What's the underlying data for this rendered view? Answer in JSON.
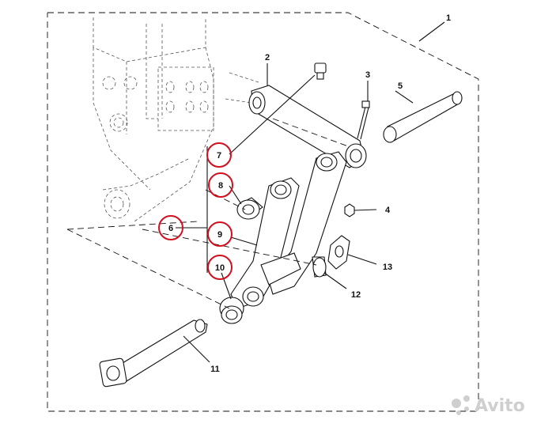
{
  "callouts": [
    {
      "id": "1",
      "circled": false
    },
    {
      "id": "2",
      "circled": false
    },
    {
      "id": "3",
      "circled": false
    },
    {
      "id": "4",
      "circled": false
    },
    {
      "id": "5",
      "circled": false
    },
    {
      "id": "6",
      "circled": true
    },
    {
      "id": "7",
      "circled": true
    },
    {
      "id": "8",
      "circled": true
    },
    {
      "id": "9",
      "circled": true
    },
    {
      "id": "10",
      "circled": true
    },
    {
      "id": "11",
      "circled": false
    },
    {
      "id": "12",
      "circled": false
    },
    {
      "id": "13",
      "circled": false
    }
  ],
  "watermark": {
    "text": "Avito"
  },
  "colors": {
    "highlight": "#d10f1f",
    "line": "#111111",
    "watermark": "#cfcfcf"
  }
}
